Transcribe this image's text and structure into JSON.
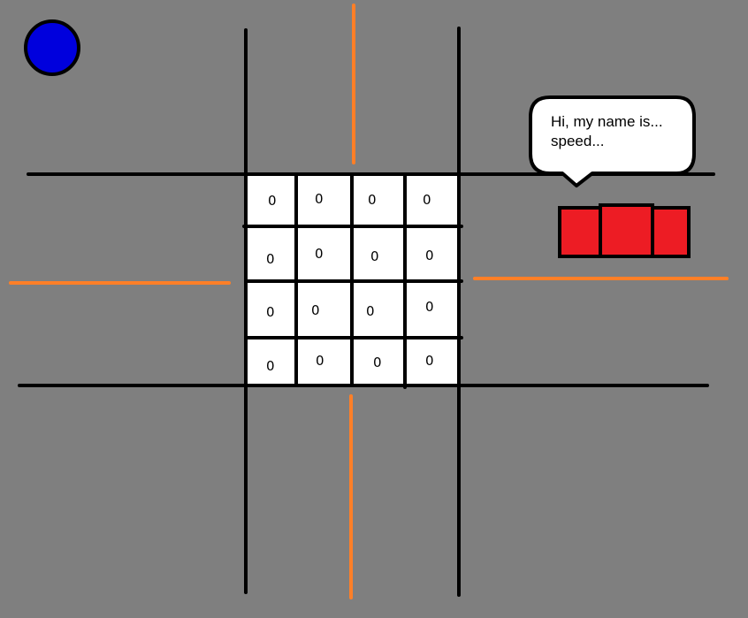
{
  "colors": {
    "background": "#7f7f7f",
    "road_line": "#000000",
    "lane_marking": "#ff7f27",
    "grid_cell": "#ffffff",
    "player_circle": "#0000dd",
    "car": "#ed1c24"
  },
  "grid": {
    "rows": 4,
    "cols": 4,
    "cells": [
      [
        "0",
        "0",
        "0",
        "0"
      ],
      [
        "0",
        "0",
        "0",
        "0"
      ],
      [
        "0",
        "0",
        "0",
        "0"
      ],
      [
        "0",
        "0",
        "0",
        "0"
      ]
    ]
  },
  "speech_bubble": {
    "line1": "Hi, my name is...",
    "line2": "speed..."
  },
  "icons": {
    "player": "blue-circle-icon",
    "vehicle": "red-car-icon"
  }
}
